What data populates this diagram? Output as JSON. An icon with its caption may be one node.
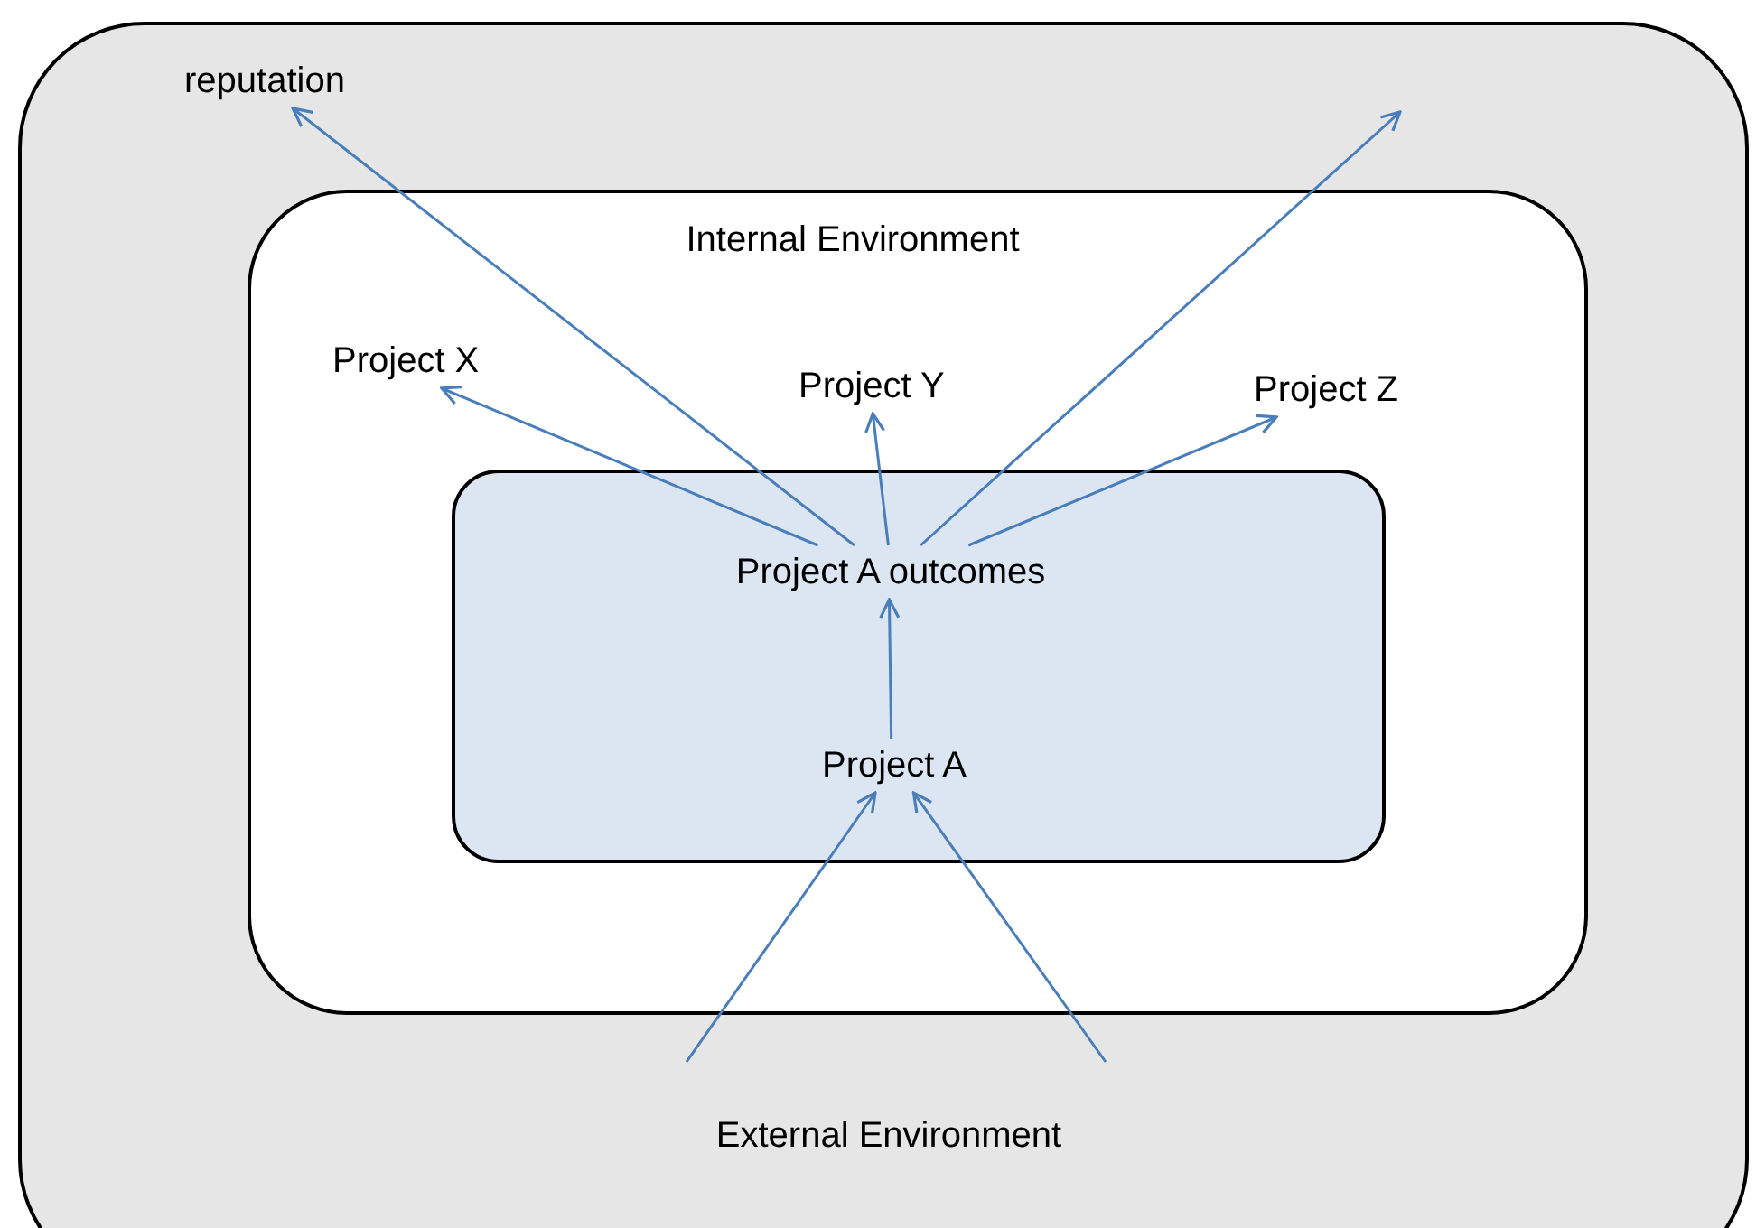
{
  "diagram": {
    "nodes": [
      {
        "text": [
          "External Environment"
        ]
      },
      {
        "text": [
          "reputation"
        ],
        "in": 0
      },
      {
        "text": [
          "Internal Environment"
        ],
        "in": 0
      },
      {
        "text": [
          "Project X"
        ],
        "in": 2
      },
      {
        "text": [
          "Project Y"
        ],
        "in": 2
      },
      {
        "text": [
          "Project Z"
        ],
        "in": 2
      },
      {
        "text": [],
        "shape": "box",
        "in": 2
      },
      {
        "text": [
          "Project A outcomes"
        ],
        "in": 6
      },
      {
        "text": [
          "Project A"
        ],
        "in": 6
      }
    ],
    "edges": [
      {
        "from": 7,
        "to": 1,
        "arrow": "to"
      },
      {
        "from": 7,
        "to": null,
        "arrow": "to"
      },
      {
        "from": 7,
        "to": 3,
        "arrow": "to"
      },
      {
        "from": 7,
        "to": 4,
        "arrow": "to"
      },
      {
        "from": 7,
        "to": 5,
        "arrow": "to"
      },
      {
        "from": 8,
        "to": 7,
        "arrow": "to"
      },
      {
        "from": null,
        "to": 8,
        "arrow": "to"
      },
      {
        "from": null,
        "to": 8,
        "arrow": "to"
      }
    ]
  }
}
